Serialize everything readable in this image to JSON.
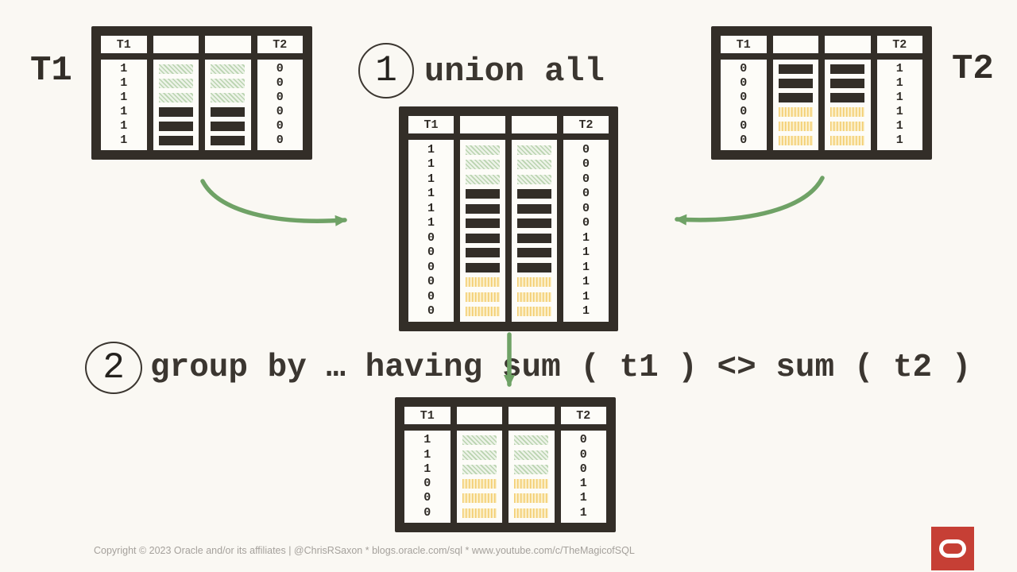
{
  "side_labels": {
    "left": "T1",
    "right": "T2"
  },
  "steps": {
    "step1": {
      "number": "1",
      "label": "union all"
    },
    "step2": {
      "number": "2",
      "label": "group by … having sum ( t1 ) <> sum ( t2 )"
    }
  },
  "tables": [
    {
      "name": "table-t1-source",
      "headers": [
        "T1",
        "",
        "",
        "T2"
      ],
      "t1_values": [
        "1",
        "1",
        "1",
        "1",
        "1",
        "1"
      ],
      "t2_values": [
        "0",
        "0",
        "0",
        "0",
        "0",
        "0"
      ],
      "row_fills": [
        "green",
        "green",
        "green",
        "black",
        "black",
        "black"
      ]
    },
    {
      "name": "table-t2-source",
      "headers": [
        "T1",
        "",
        "",
        "T2"
      ],
      "t1_values": [
        "0",
        "0",
        "0",
        "0",
        "0",
        "0"
      ],
      "t2_values": [
        "1",
        "1",
        "1",
        "1",
        "1",
        "1"
      ],
      "row_fills": [
        "black",
        "black",
        "black",
        "yellow",
        "yellow",
        "yellow"
      ]
    },
    {
      "name": "table-union-all-result",
      "headers": [
        "T1",
        "",
        "",
        "T2"
      ],
      "t1_values": [
        "1",
        "1",
        "1",
        "1",
        "1",
        "1",
        "0",
        "0",
        "0",
        "0",
        "0",
        "0"
      ],
      "t2_values": [
        "0",
        "0",
        "0",
        "0",
        "0",
        "0",
        "1",
        "1",
        "1",
        "1",
        "1",
        "1"
      ],
      "row_fills": [
        "green",
        "green",
        "green",
        "black",
        "black",
        "black",
        "black",
        "black",
        "black",
        "yellow",
        "yellow",
        "yellow"
      ]
    },
    {
      "name": "table-group-by-result",
      "headers": [
        "T1",
        "",
        "",
        "T2"
      ],
      "t1_values": [
        "1",
        "1",
        "1",
        "0",
        "0",
        "0"
      ],
      "t2_values": [
        "0",
        "0",
        "0",
        "1",
        "1",
        "1"
      ],
      "row_fills": [
        "green",
        "green",
        "green",
        "yellow",
        "yellow",
        "yellow"
      ]
    }
  ],
  "colors": {
    "background": "#faf8f3",
    "table_frame": "#332e28",
    "cell_background": "#fdfcf8",
    "bar_black": "#332e28",
    "green_hatch": "#b9d3af",
    "yellow_hatch": "#f3cd6f",
    "arrow_green": "#6fa266",
    "text_dark": "#332e28",
    "footer_gray": "#a5a19c",
    "oracle_red": "#c63f35"
  },
  "footer": {
    "text": "Copyright © 2023 Oracle and/or its affiliates | @ChrisRSaxon * blogs.oracle.com/sql * www.youtube.com/c/TheMagicofSQL"
  }
}
